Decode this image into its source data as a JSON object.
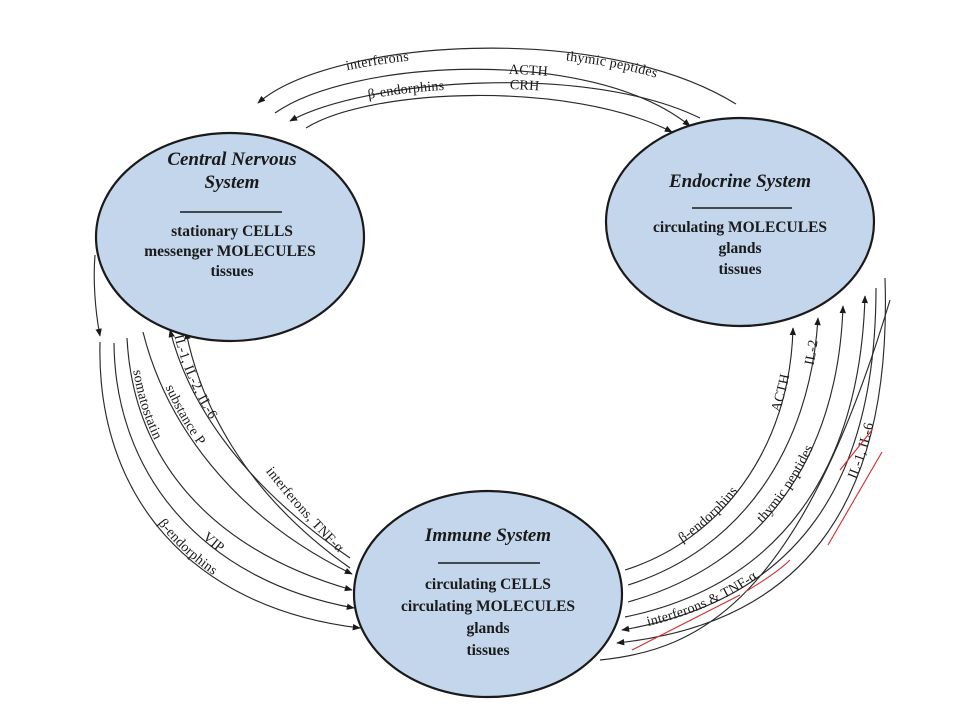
{
  "nodes": {
    "cns": {
      "title": [
        "Central Nervous",
        "System"
      ],
      "lines": [
        "stationary CELLS",
        "messenger MOLECULES",
        "tissues"
      ]
    },
    "endocrine": {
      "title": [
        "Endocrine System"
      ],
      "lines": [
        "circulating MOLECULES",
        "glands",
        "tissues"
      ]
    },
    "immune": {
      "title": [
        "Immune System"
      ],
      "lines": [
        "circulating CELLS",
        "circulating MOLECULES",
        "glands",
        "tissues"
      ]
    }
  },
  "signals": {
    "top_outer_left": "interferons",
    "top_outer_right": "thymic peptides",
    "top_mid": "ACTH",
    "top_inner_left": "β-endorphins",
    "top_inner_right": "CRH",
    "left_1": "substance P",
    "left_2": "somatostatin",
    "left_3": "VIP",
    "left_4": "β-endorphins",
    "left_5": "IL-1, IL-2, IL-6",
    "left_6": "interferons, TNF-α",
    "right_1": "ACTH",
    "right_2": "IL-2",
    "right_3": "β-endorphins",
    "right_4": "thymic peptides",
    "right_5": "interferons & TNF-α",
    "right_6": "IL-1, IL-6"
  },
  "colors": {
    "node_fill": "#c3d6ec",
    "outline": "#1a1a1a",
    "arrow": "#2a2a2a",
    "annotation": "#d42a2a"
  }
}
